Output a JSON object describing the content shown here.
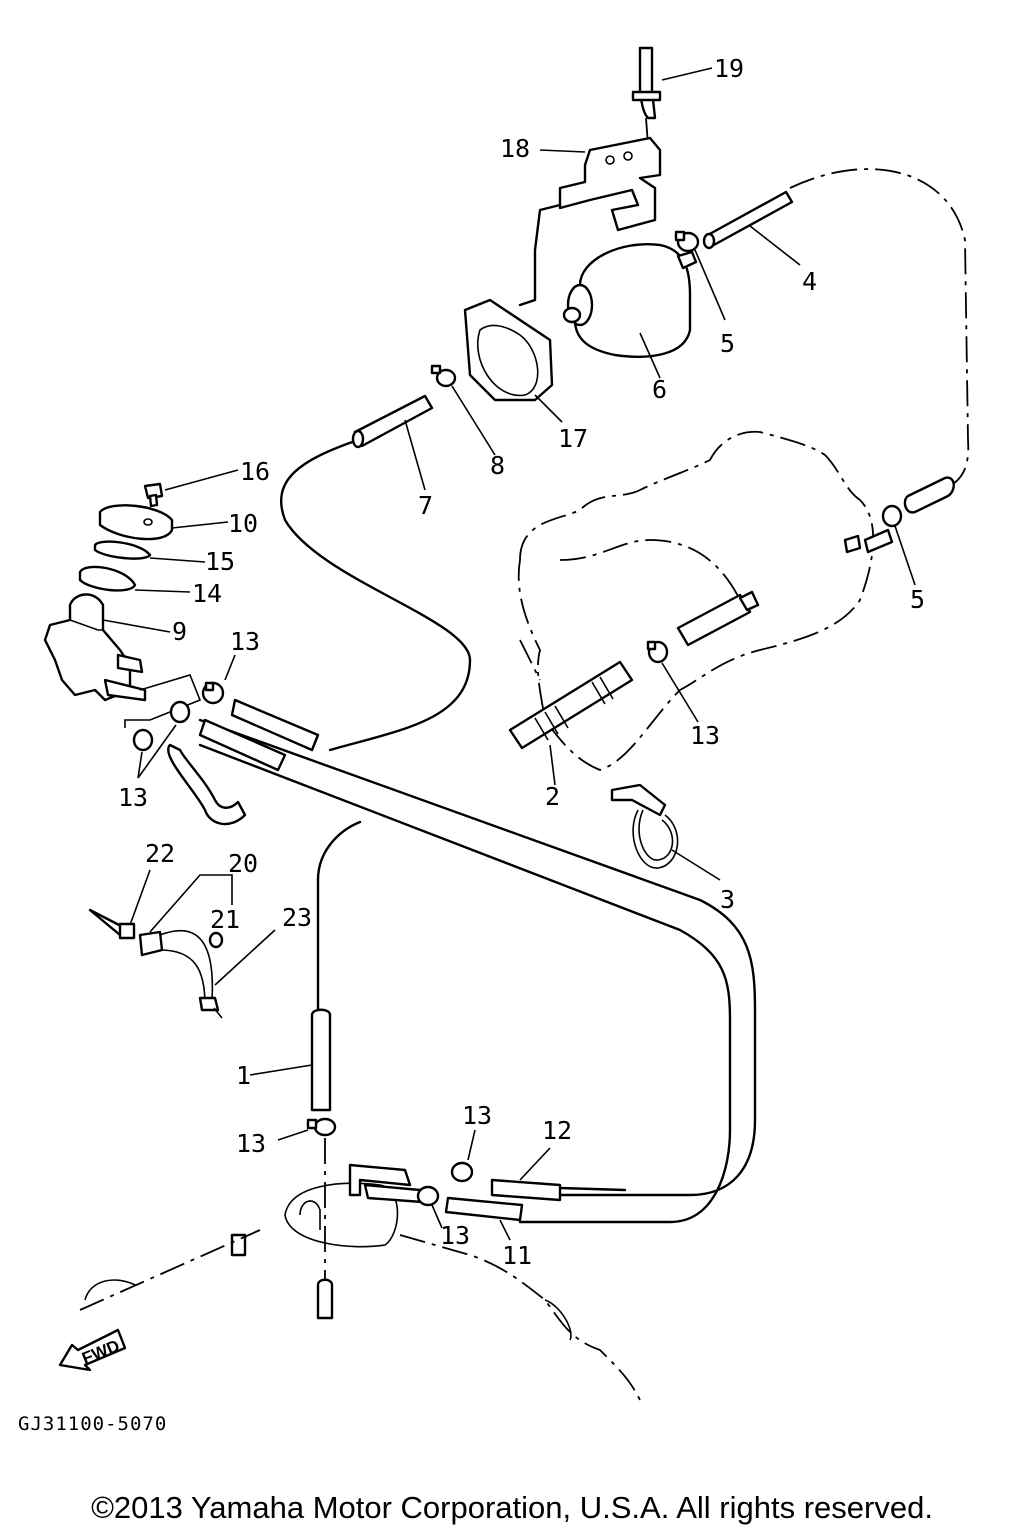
{
  "diagram": {
    "labels": [
      "19",
      "18",
      "4",
      "5",
      "6",
      "17",
      "8",
      "7",
      "16",
      "10",
      "15",
      "14",
      "9",
      "13",
      "13",
      "13",
      "5",
      "13",
      "2",
      "3",
      "22",
      "20",
      "21",
      "23",
      "1",
      "13",
      "13",
      "12",
      "13",
      "11"
    ],
    "fwd_arrow": "FWD",
    "drawing_code": "GJ31100-5070"
  },
  "footer": {
    "copyright": "©2013 Yamaha Motor Corporation, U.S.A. All rights reserved."
  }
}
